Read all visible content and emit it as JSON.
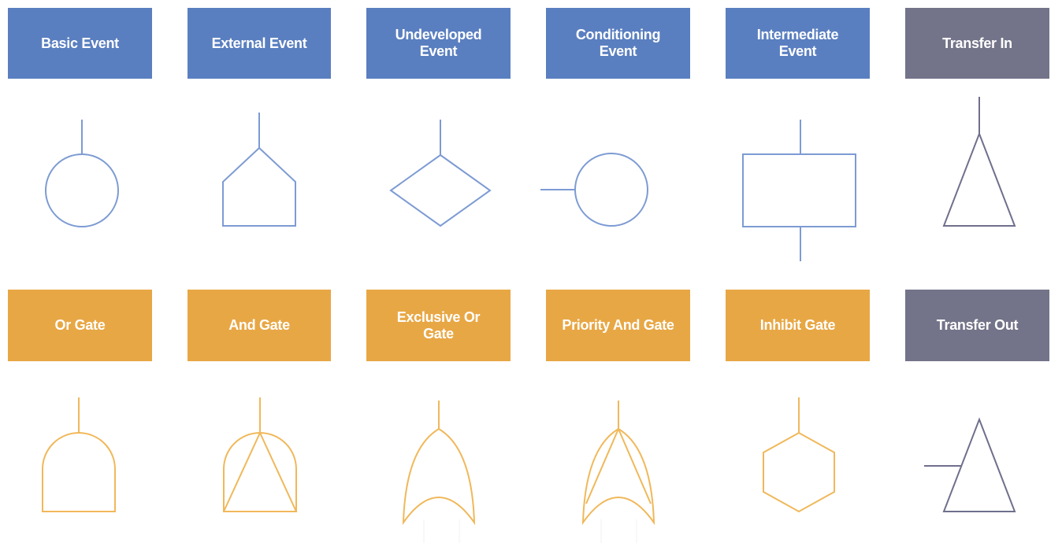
{
  "colors": {
    "event_blue": "#5a7fc0",
    "gate_orange": "#e8a745",
    "transfer_gray": "#737389",
    "event_stroke": "#7d9bd3",
    "gate_stroke": "#f0b85a",
    "transfer_stroke": "#6f6f8c"
  },
  "events": [
    {
      "label": "Basic Event",
      "symbol": "circle"
    },
    {
      "label": "External Event",
      "symbol": "house"
    },
    {
      "label": "Undeveloped\nEvent",
      "symbol": "diamond"
    },
    {
      "label": "Conditioning\nEvent",
      "symbol": "circle-side-line"
    },
    {
      "label": "Intermediate\nEvent",
      "symbol": "rectangle"
    },
    {
      "label": "Transfer In",
      "symbol": "triangle"
    }
  ],
  "gates": [
    {
      "label": "Or Gate",
      "symbol": "or-gate"
    },
    {
      "label": "And Gate",
      "symbol": "and-gate"
    },
    {
      "label": "Exclusive Or\nGate",
      "symbol": "xor-gate"
    },
    {
      "label": "Priority And Gate",
      "symbol": "priority-and-gate"
    },
    {
      "label": "Inhibit Gate",
      "symbol": "hexagon"
    },
    {
      "label": "Transfer Out",
      "symbol": "triangle-side-line"
    }
  ]
}
